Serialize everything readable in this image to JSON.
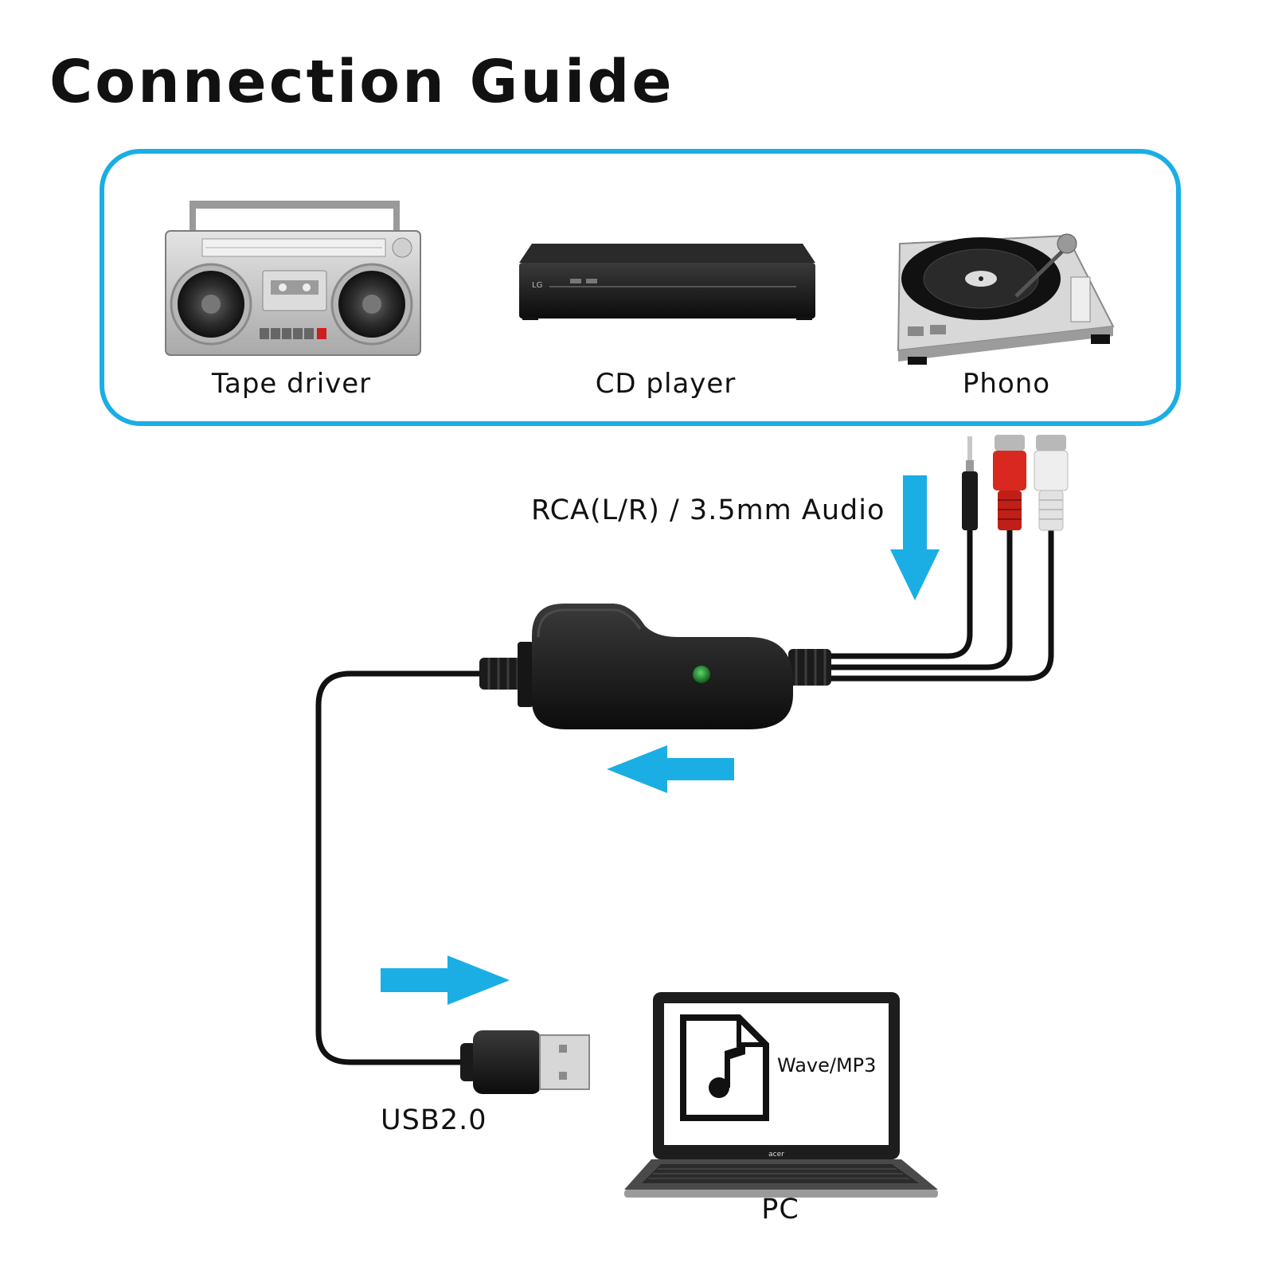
{
  "title": "Connection Guide",
  "devices": [
    {
      "label": "Tape driver"
    },
    {
      "label": "CD player"
    },
    {
      "label": "Phono"
    }
  ],
  "cable_label": "RCA(L/R) / 3.5mm Audio",
  "usb_label": "USB2.0",
  "pc_label": "PC",
  "screen_text": "Wave/MP3",
  "laptop_brand": "acer",
  "colors": {
    "accent": "#1aaee5",
    "cable": "#111111",
    "rca_red": "#d9281f",
    "rca_white": "#eeeeee",
    "led": "#1f8a2b"
  }
}
